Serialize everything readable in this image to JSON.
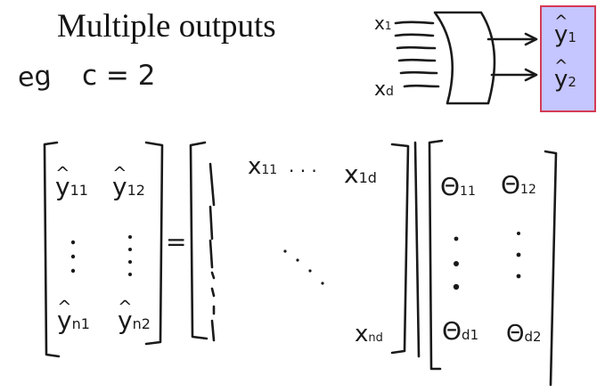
{
  "slide": {
    "title": "Multiple outputs",
    "example": {
      "eg": "eg",
      "condition": "c = 2"
    },
    "diagram": {
      "input_first": "x",
      "input_first_sub": "1",
      "input_last": "x",
      "input_last_sub": "d",
      "outputs": [
        {
          "symbol": "y",
          "sub": "1"
        },
        {
          "symbol": "y",
          "sub": "2"
        }
      ],
      "output_box_color": "#c5c5ff",
      "output_box_border": "#d43a55"
    },
    "equation": {
      "equals": "=",
      "Y": {
        "top_row": [
          {
            "symbol": "y",
            "sub": "11"
          },
          {
            "symbol": "y",
            "sub": "12"
          }
        ],
        "bottom_row": [
          {
            "symbol": "y",
            "sub": "n1"
          },
          {
            "symbol": "y",
            "sub": "n2"
          }
        ]
      },
      "X": {
        "ones": [
          "1",
          "1",
          "1",
          "1"
        ],
        "top_row": {
          "first": "x",
          "first_sub": "11",
          "ellipsis": "· · ·",
          "last": "x",
          "last_sub": "1d"
        },
        "bottom_last": {
          "symbol": "x",
          "sub": "nd"
        }
      },
      "Theta": {
        "top_row": [
          {
            "symbol": "Θ",
            "sub": "11"
          },
          {
            "symbol": "Θ",
            "sub": "12"
          }
        ],
        "bottom_row": [
          {
            "symbol": "Θ",
            "sub": "d1"
          },
          {
            "symbol": "Θ",
            "sub": "d2"
          }
        ]
      }
    }
  }
}
